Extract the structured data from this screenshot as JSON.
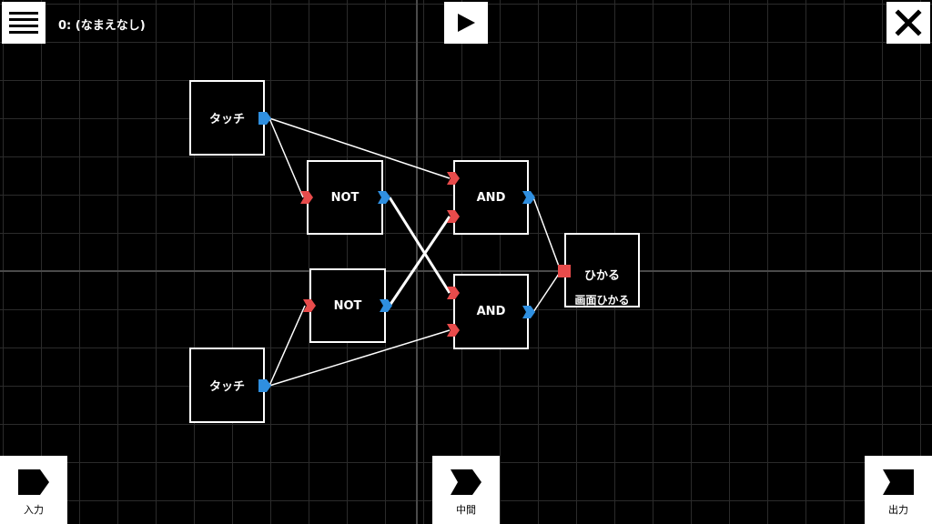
{
  "header": {
    "title": "0: (なまえなし)"
  },
  "nodes": {
    "touch_top": {
      "label": "タッチ"
    },
    "touch_bottom": {
      "label": "タッチ"
    },
    "not_top": {
      "label": "NOT"
    },
    "not_bottom": {
      "label": "NOT"
    },
    "and_top": {
      "label": "AND"
    },
    "and_bottom": {
      "label": "AND"
    },
    "light": {
      "label": "ひかる",
      "sublabel": "画面ひかる"
    }
  },
  "palette": {
    "input": {
      "label": "入力"
    },
    "middle": {
      "label": "中間"
    },
    "output": {
      "label": "出力"
    }
  },
  "icons": {
    "menu": "hamburger-menu-icon",
    "play": "play-icon",
    "close": "close-icon"
  },
  "colors": {
    "input_port": "#e84b4b",
    "output_port": "#2f8fe0",
    "wire": "#ffffff",
    "background": "#000000",
    "grid": "#2b2b2b"
  }
}
